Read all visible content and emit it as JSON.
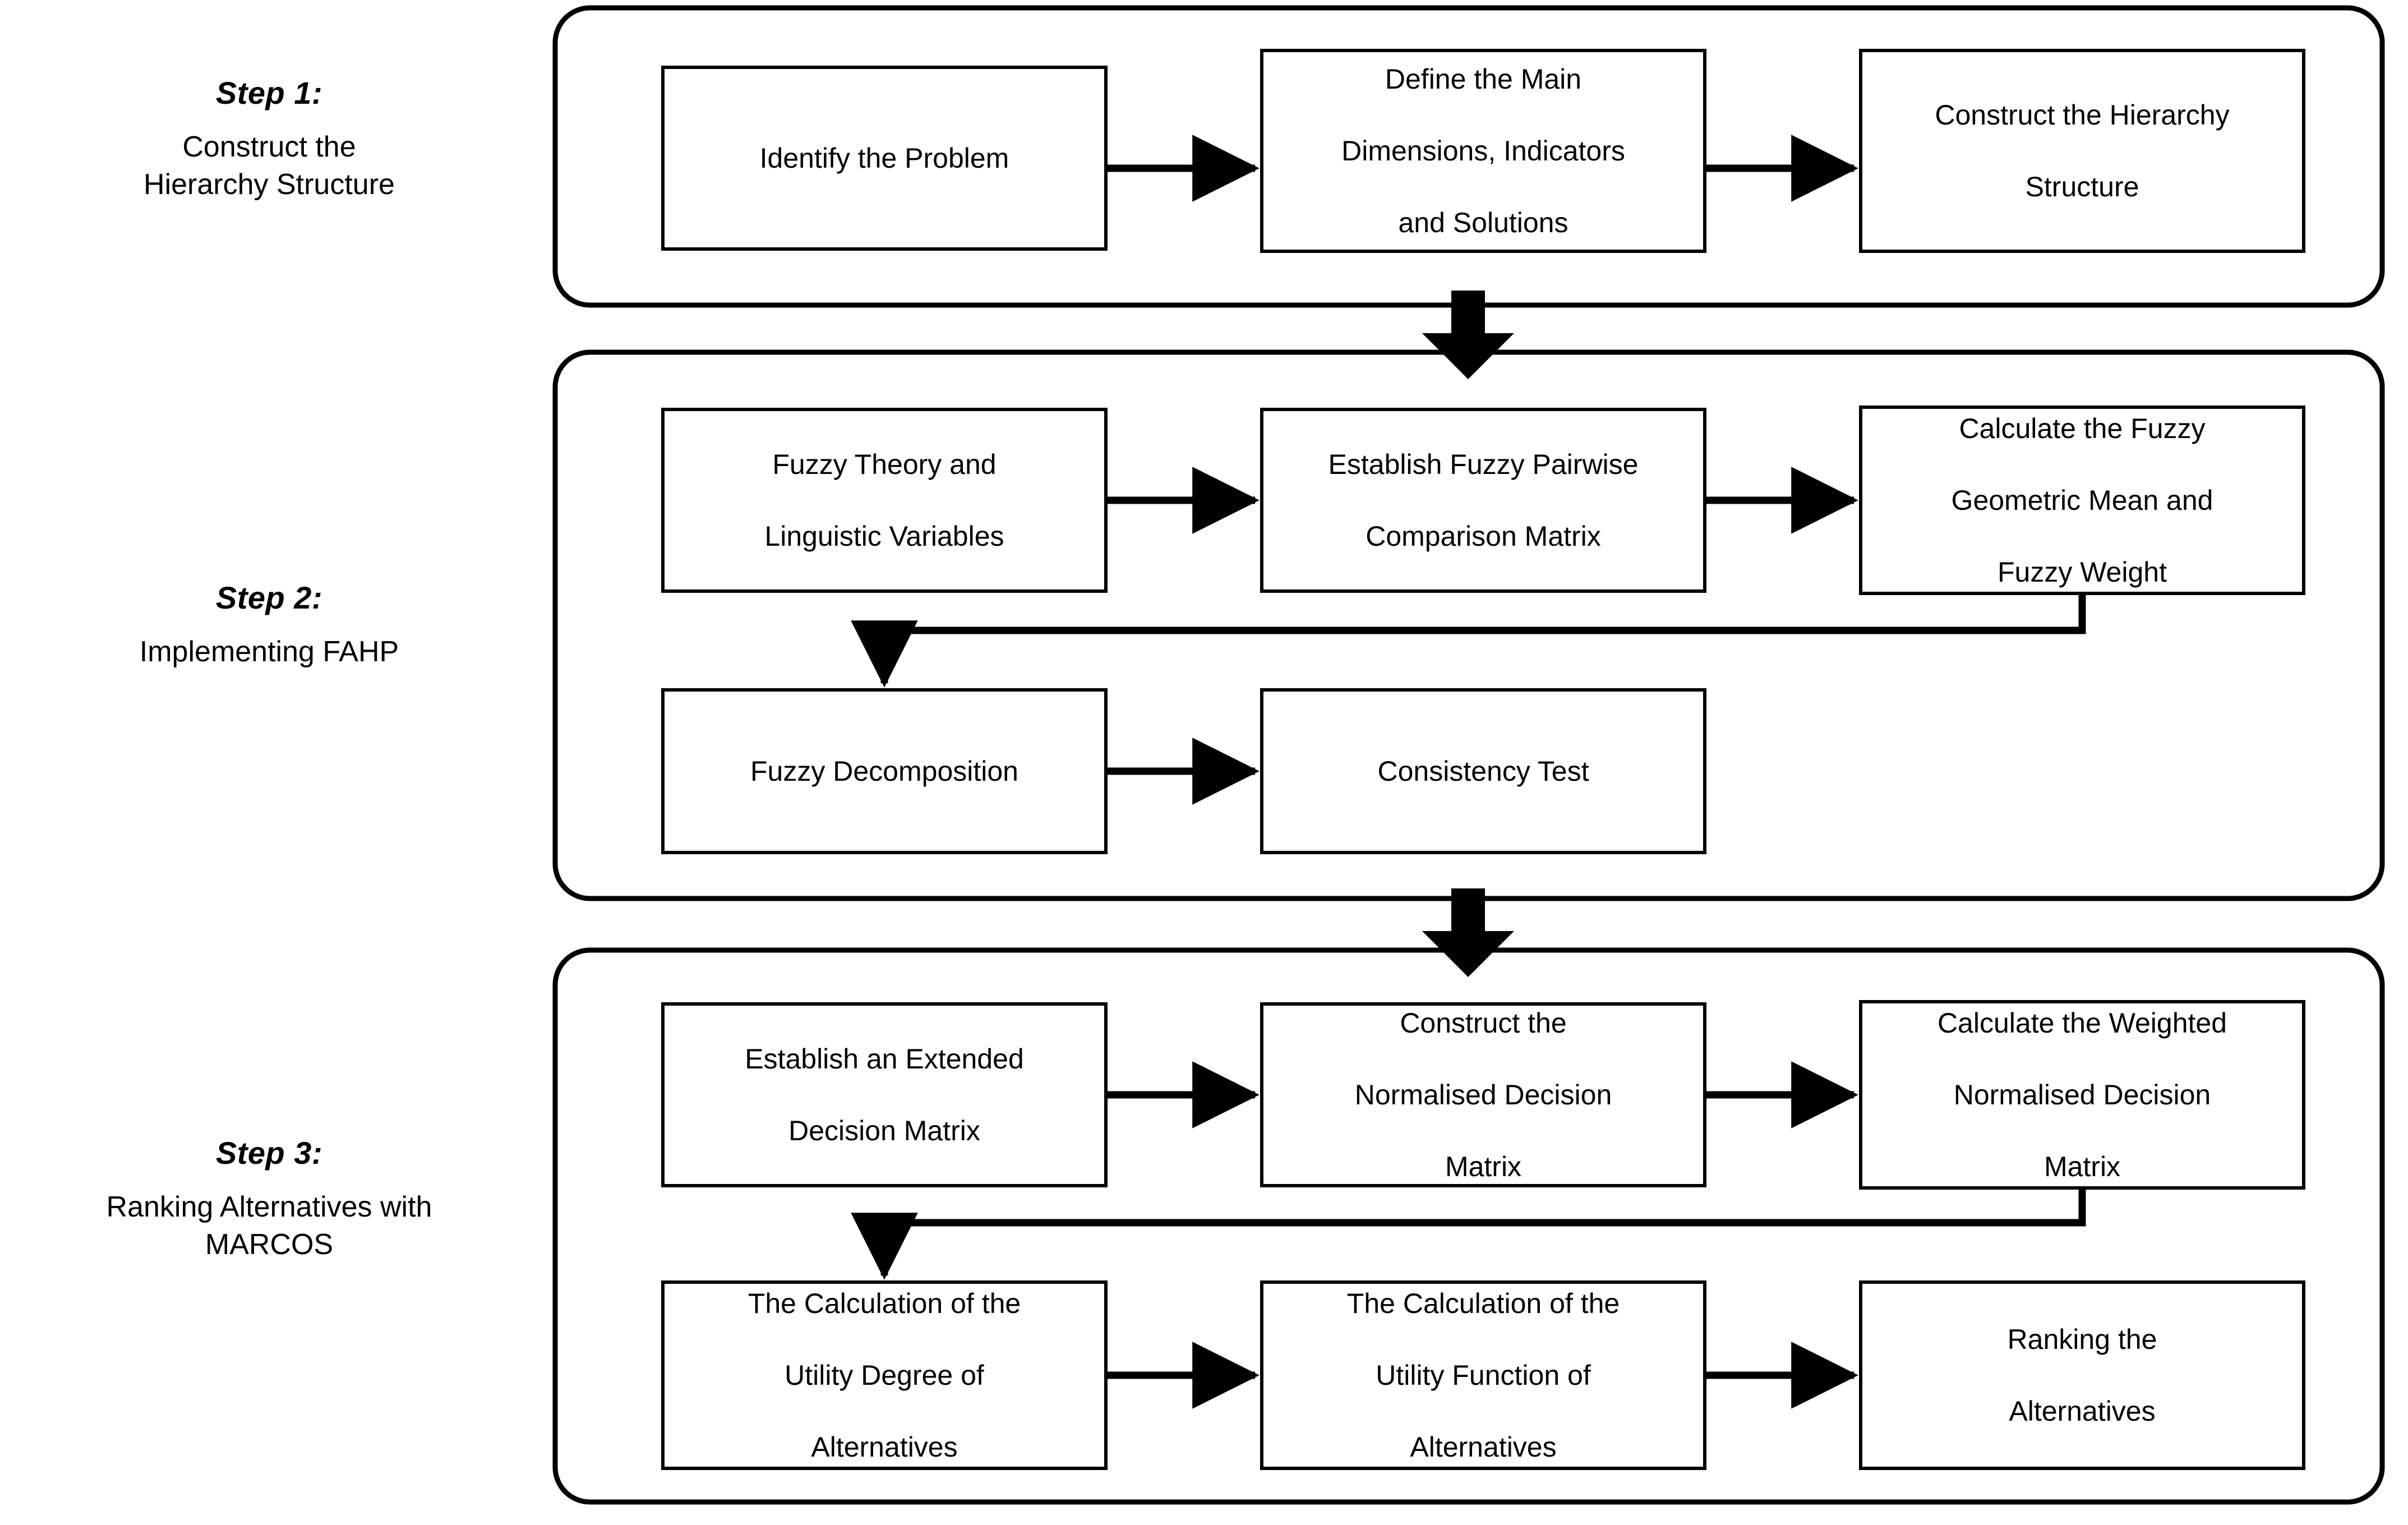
{
  "figure": {
    "type": "flowchart",
    "title": "",
    "background_color": "#ffffff",
    "line_color": "#000000",
    "text_color": "#000000"
  },
  "steps": [
    {
      "id": "step-1",
      "title": "Step 1:",
      "description": "Construct the\nHierarchy Structure",
      "description_lines": [
        "Construct the",
        "Hierarchy Structure"
      ],
      "rows": [
        {
          "nodes": [
            {
              "id": "identify-the-problem",
              "lines": [
                "Identify the Problem"
              ]
            },
            {
              "id": "define-main-dimensions",
              "lines": [
                "Define the Main",
                "Dimensions, Indicators",
                "and Solutions"
              ]
            },
            {
              "id": "construct-hierarchy-structure",
              "lines": [
                "Construct the Hierarchy",
                "Structure"
              ]
            }
          ]
        }
      ]
    },
    {
      "id": "step-2",
      "title": "Step 2:",
      "description": "Implementing FAHP",
      "description_lines": [
        "Implementing FAHP"
      ],
      "rows": [
        {
          "nodes": [
            {
              "id": "fuzzy-theory-linguistic-variables",
              "lines": [
                "Fuzzy Theory and",
                "Linguistic Variables"
              ]
            },
            {
              "id": "establish-fuzzy-pairwise-comparison-matrix",
              "lines": [
                "Establish Fuzzy Pairwise",
                "Comparison Matrix"
              ]
            },
            {
              "id": "calculate-fuzzy-geometric-mean",
              "lines": [
                "Calculate the Fuzzy",
                "Geometric Mean and",
                "Fuzzy Weight"
              ]
            }
          ]
        },
        {
          "nodes": [
            {
              "id": "fuzzy-decomposition",
              "lines": [
                "Fuzzy Decomposition"
              ]
            },
            {
              "id": "consistency-test",
              "lines": [
                "Consistency Test"
              ]
            }
          ]
        }
      ]
    },
    {
      "id": "step-3",
      "title": "Step 3:",
      "description": "Ranking Alternatives with\nMARCOS",
      "description_lines": [
        "Ranking Alternatives with",
        "MARCOS"
      ],
      "rows": [
        {
          "nodes": [
            {
              "id": "establish-extended-decision-matrix",
              "lines": [
                "Establish an Extended",
                "Decision Matrix"
              ]
            },
            {
              "id": "construct-normalised-decision-matrix",
              "lines": [
                "Construct the",
                "Normalised Decision",
                "Matrix"
              ]
            },
            {
              "id": "calculate-weighted-normalised-decision-matrix",
              "lines": [
                "Calculate the Weighted",
                "Normalised Decision",
                "Matrix"
              ]
            }
          ]
        },
        {
          "nodes": [
            {
              "id": "calculation-utility-degree-alternatives",
              "lines": [
                "The Calculation of the",
                "Utility Degree of",
                "Alternatives"
              ]
            },
            {
              "id": "calculation-utility-function-alternatives",
              "lines": [
                "The Calculation of the",
                "Utility Function of",
                "Alternatives"
              ]
            },
            {
              "id": "ranking-the-alternatives",
              "lines": [
                "Ranking the",
                "Alternatives"
              ]
            }
          ]
        }
      ]
    }
  ],
  "connectors": {
    "horizontal_arrows": 8,
    "elbow_arrows": 2,
    "block_arrows": 2,
    "block_arrow_direction": "down"
  }
}
